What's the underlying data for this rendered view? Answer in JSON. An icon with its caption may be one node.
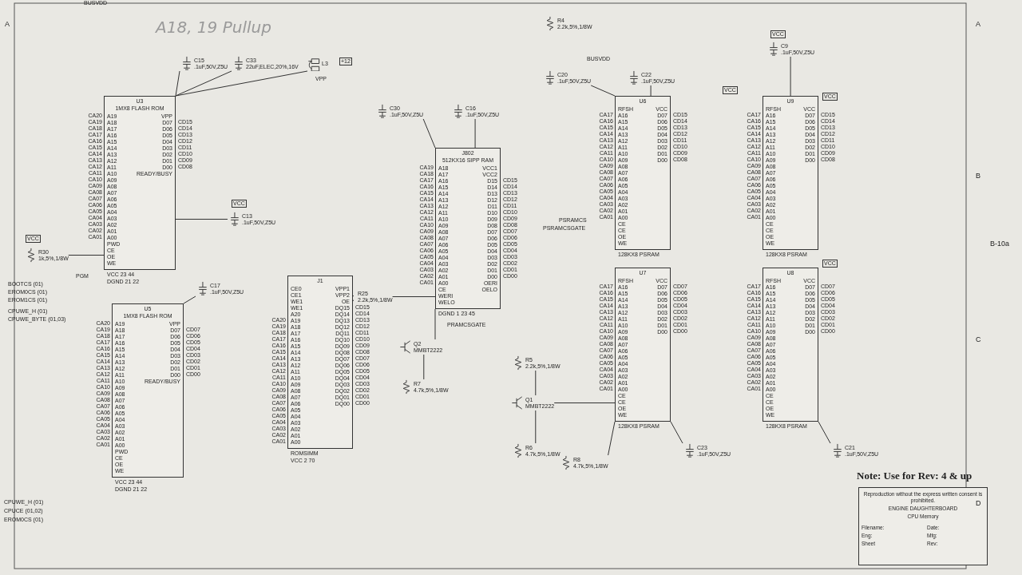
{
  "diagram": {
    "nodes": [
      {
        "text": [
          "R4",
          "2.2k,5%,1/8W"
        ]
      },
      {
        "text": [
          "C9",
          ".1uF,50V,Z5U"
        ]
      },
      {
        "text": [
          "C15",
          ".1uF,50V,Z5U"
        ]
      },
      {
        "text": [
          "C33",
          "22uF,ELEC,20%,16V"
        ]
      },
      {
        "text": [
          "L3"
        ]
      },
      {
        "text": [
          "C30",
          ".1uF,50V,Z5U"
        ]
      },
      {
        "text": [
          "C16",
          ".1uF,50V,Z5U"
        ]
      },
      {
        "text": [
          "C20",
          ".1uF,50V,Z5U"
        ]
      },
      {
        "text": [
          "C22",
          ".1uF,50V,Z5U"
        ]
      },
      {
        "text": [
          "U3",
          "1MX8 FLASH ROM",
          "A19",
          "A18",
          "A17",
          "A16",
          "A15",
          "A14",
          "A13",
          "A12",
          "A11",
          "A10",
          "A09",
          "A08",
          "A07",
          "A06",
          "A05",
          "A04",
          "A03",
          "A02",
          "A01",
          "A00",
          "PWD",
          "CE",
          "OE",
          "WE",
          "VPP",
          "D07",
          "D06",
          "D05",
          "D04",
          "D03",
          "D02",
          "D01",
          "D00",
          "READY/BUSY"
        ],
        "beside": [
          "VCC 23 44",
          "DGND 21 22"
        ]
      },
      {
        "text": [
          "U6",
          "RFSH",
          "A16",
          "A15",
          "A14",
          "A13",
          "A12",
          "A11",
          "A10",
          "A09",
          "A08",
          "A07",
          "A06",
          "A05",
          "A04",
          "A03",
          "A02",
          "A01",
          "A00",
          "CE",
          "CE",
          "OE",
          "WE",
          "VCC",
          "D07",
          "D06",
          "D05",
          "D04",
          "D03",
          "D02",
          "D01",
          "D00"
        ],
        "beside": [
          "128KX8 PSRAM"
        ]
      },
      {
        "text": [
          "U9",
          "RFSH",
          "A16",
          "A15",
          "A14",
          "A13",
          "A12",
          "A11",
          "A10",
          "A09",
          "A08",
          "A07",
          "A06",
          "A05",
          "A04",
          "A03",
          "A02",
          "A01",
          "A00",
          "CE",
          "CE",
          "OE",
          "WE",
          "VCC",
          "D07",
          "D06",
          "D05",
          "D04",
          "D03",
          "D02",
          "D01",
          "D00"
        ],
        "beside": [
          "128KX8 PSRAM"
        ]
      },
      {
        "text": [
          "J802",
          "512KX16 SIPP RAM",
          "A18",
          "A17",
          "A16",
          "A15",
          "A14",
          "A13",
          "A12",
          "A11",
          "A10",
          "A09",
          "A08",
          "A07",
          "A06",
          "A05",
          "A04",
          "A03",
          "A02",
          "A01",
          "A00",
          "CE",
          "WERI",
          "WELO",
          "VCC1",
          "VCC2",
          "D15",
          "D14",
          "D13",
          "D12",
          "D11",
          "D10",
          "D09",
          "D08",
          "D07",
          "D06",
          "D05",
          "D04",
          "D03",
          "D02",
          "D01",
          "D00",
          "OERI",
          "OELO"
        ],
        "beside": [
          "DGND 1 23 45"
        ]
      },
      {
        "text": [
          "C13",
          ".1uF,50V,Z5U"
        ]
      },
      {
        "text": [
          "R30",
          "1k,5%,1/8W"
        ]
      },
      {
        "text": [
          "R25",
          "2.2k,5%,1/8W"
        ]
      },
      {
        "text": [
          "J1",
          "CE0",
          "CE1",
          "WE1",
          "WE1",
          "A20",
          "A19",
          "A18",
          "A17",
          "A16",
          "A15",
          "A14",
          "A13",
          "A12",
          "A11",
          "A10",
          "A09",
          "A08",
          "A07",
          "A06",
          "A05",
          "A04",
          "A03",
          "A02",
          "A01",
          "A00",
          "VPP1",
          "VPP2",
          "OE",
          "DQ15",
          "DQ14",
          "DQ13",
          "DQ12",
          "DQ11",
          "DQ10",
          "DQ09",
          "DQ08",
          "DQ07",
          "DQ06",
          "DQ05",
          "DQ04",
          "DQ03",
          "DQ02",
          "DQ01",
          "DQ00"
        ],
        "beside": [
          "ROMSIMM",
          "VCC 2 70"
        ]
      },
      {
        "text": [
          "U7",
          "RFSH",
          "A16",
          "A15",
          "A14",
          "A13",
          "A12",
          "A11",
          "A10",
          "A09",
          "A08",
          "A07",
          "A06",
          "A05",
          "A04",
          "A03",
          "A02",
          "A01",
          "A00",
          "CE",
          "CE",
          "OE",
          "WE",
          "VCC",
          "D07",
          "D06",
          "D05",
          "D04",
          "D03",
          "D02",
          "D01",
          "D00"
        ],
        "beside": [
          "128KX8 PSRAM"
        ]
      },
      {
        "text": [
          "U8",
          "RFSH",
          "A16",
          "A15",
          "A14",
          "A13",
          "A12",
          "A11",
          "A10",
          "A09",
          "A08",
          "A07",
          "A06",
          "A05",
          "A04",
          "A03",
          "A02",
          "A01",
          "A00",
          "CE",
          "CE",
          "OE",
          "WE",
          "VCC",
          "D07",
          "D06",
          "D05",
          "D04",
          "D03",
          "D02",
          "D01",
          "D00"
        ],
        "beside": [
          "128KX8 PSRAM"
        ]
      },
      {
        "text": [
          "C17",
          ".1uF,50V,Z5U"
        ]
      },
      {
        "text": [
          "U5",
          "1MX8 FLASH ROM",
          "A19",
          "A18",
          "A17",
          "A16",
          "A15",
          "A14",
          "A13",
          "A12",
          "A11",
          "A10",
          "A09",
          "A08",
          "A07",
          "A06",
          "A05",
          "A04",
          "A03",
          "A02",
          "A01",
          "A00",
          "PWD",
          "CE",
          "OE",
          "WE",
          "VPP",
          "D07",
          "D06",
          "D05",
          "D04",
          "D03",
          "D02",
          "D01",
          "D00",
          "READY/BUSY"
        ],
        "beside": [
          "VCC 23 44",
          "DGND 21 22"
        ]
      },
      {
        "text": [
          "Q2",
          "MMBT2222"
        ]
      },
      {
        "text": [
          "R7",
          "4.7k,5%,1/8W"
        ]
      },
      {
        "text": [
          "R5",
          "2.2k,5%,1/8W"
        ]
      },
      {
        "text": [
          "Q1",
          "MMBT2222"
        ]
      },
      {
        "text": [
          "R6",
          "4.7k,5%,1/8W"
        ]
      },
      {
        "text": [
          "C23",
          ".1uF,50V,Z5U"
        ]
      },
      {
        "text": [
          "C21",
          ".1uF,50V,Z5U"
        ]
      },
      {
        "text": [
          "R8",
          "4.7k,5%,1/8W"
        ]
      },
      {
        "text": [
          "Reproduction without the express written consent is prohibited.",
          "ENGINE DAUGHTERBOARD",
          "CPU Memory",
          "Filename:",
          "Date:",
          "Eng:",
          "Mfg:",
          "Sheet",
          "Rev:"
        ]
      }
    ],
    "edges": [
      {
        "from": 4,
        "to": 9,
        "arrow": "none"
      },
      {
        "from": 2,
        "to": 9,
        "arrow": "none"
      },
      {
        "from": 3,
        "to": 9,
        "arrow": "none"
      },
      {
        "from": 13,
        "to": 9,
        "arrow": "none"
      },
      {
        "from": 14,
        "to": 9,
        "arrow": "none"
      },
      {
        "from": 19,
        "to": 20,
        "arrow": "none"
      },
      {
        "from": 5,
        "to": 12,
        "arrow": "none"
      },
      {
        "from": 6,
        "to": 12,
        "arrow": "none"
      },
      {
        "from": 15,
        "to": 12,
        "arrow": "none"
      },
      {
        "from": 21,
        "to": 12,
        "arrow": "none"
      },
      {
        "from": 22,
        "to": 21,
        "arrow": "none"
      },
      {
        "from": 7,
        "to": 10,
        "arrow": "none"
      },
      {
        "from": 8,
        "to": 10,
        "arrow": "none"
      },
      {
        "from": 1,
        "to": 11,
        "arrow": "none"
      },
      {
        "from": 23,
        "to": 24,
        "arrow": "none"
      },
      {
        "from": 25,
        "to": 24,
        "arrow": "none"
      },
      {
        "from": 24,
        "to": 17,
        "arrow": "none"
      },
      {
        "from": 28,
        "to": 17,
        "arrow": "none"
      },
      {
        "from": 26,
        "to": 17,
        "arrow": "none"
      },
      {
        "from": 27,
        "to": 18,
        "arrow": "none"
      }
    ],
    "labels": [
      "A18, 19 Pullup",
      "BUSVDD",
      "+12",
      "VPP",
      "BUSVDD",
      "VCC",
      "VCC",
      "VCC",
      "VCC",
      "VCC",
      "PGM",
      "BOOTCS (01)",
      "PSRAMCS",
      "PSRAMCSGATE",
      "EROM0CS (01)",
      "EROM1CS (01)",
      "VCC",
      "CPUWE_H (01)",
      "CPUWE_BYTE (01,03)",
      "PRAMCSGATE",
      "Note: Use for Rev: 4 & up",
      "CPUWE_H (01)",
      "CPUCE (01,02)",
      "EROM0CS (01)",
      "A",
      "A",
      "B",
      "B-10a",
      "C",
      "D",
      "CA20",
      "CA19",
      "CA18",
      "CA17",
      "CA16",
      "CA15",
      "CA14",
      "CA13",
      "CA12",
      "CA11",
      "CA10",
      "CA09",
      "CA08",
      "CA07",
      "CA06",
      "CA05",
      "CA04",
      "CA03",
      "CA02",
      "CA01",
      "CD15",
      "CD14",
      "CD13",
      "CD12",
      "CD11",
      "CD10",
      "CD09",
      "CD08",
      "CA17",
      "CA16",
      "CA15",
      "CA14",
      "CA13",
      "CA12",
      "CA11",
      "CA10",
      "CA09",
      "CA08",
      "CA07",
      "CA06",
      "CA05",
      "CA04",
      "CA03",
      "CA02",
      "CA01",
      "CD15",
      "CD14",
      "CD13",
      "CD12",
      "CD11",
      "CD10",
      "CD09",
      "CD08",
      "CA17",
      "CA16",
      "CA15",
      "CA14",
      "CA13",
      "CA12",
      "CA11",
      "CA10",
      "CA09",
      "CA08",
      "CA07",
      "CA06",
      "CA05",
      "CA04",
      "CA03",
      "CA02",
      "CA01",
      "CD15",
      "CD14",
      "CD13",
      "CD12",
      "CD11",
      "CD10",
      "CD09",
      "CD08",
      "CA19",
      "CA18",
      "CA17",
      "CA16",
      "CA15",
      "CA14",
      "CA13",
      "CA12",
      "CA11",
      "CA10",
      "CA09",
      "CA08",
      "CA07",
      "CA06",
      "CA05",
      "CA04",
      "CA03",
      "CA02",
      "CA01",
      "CD15",
      "CD14",
      "CD13",
      "CD12",
      "CD11",
      "CD10",
      "CD09",
      "CD08",
      "CD07",
      "CD06",
      "CD05",
      "CD04",
      "CD03",
      "CD02",
      "CD01",
      "CD00",
      "CA20",
      "CA19",
      "CA18",
      "CA17",
      "CA16",
      "CA15",
      "CA14",
      "CA13",
      "CA12",
      "CA11",
      "CA10",
      "CA09",
      "CA08",
      "CA07",
      "CA06",
      "CA05",
      "CA04",
      "CA03",
      "CA02",
      "CA01",
      "CD15",
      "CD14",
      "CD13",
      "CD12",
      "CD11",
      "CD10",
      "CD09",
      "CD08",
      "CD07",
      "CD06",
      "CD05",
      "CD04",
      "CD03",
      "CD02",
      "CD01",
      "CD00",
      "CA17",
      "CA16",
      "CA15",
      "CA14",
      "CA13",
      "CA12",
      "CA11",
      "CA10",
      "CA09",
      "CA08",
      "CA07",
      "CA06",
      "CA05",
      "CA04",
      "CA03",
      "CA02",
      "CA01",
      "CD07",
      "CD06",
      "CD05",
      "CD04",
      "CD03",
      "CD02",
      "CD01",
      "CD00",
      "CA17",
      "CA16",
      "CA15",
      "CA14",
      "CA13",
      "CA12",
      "CA11",
      "CA10",
      "CA09",
      "CA08",
      "CA07",
      "CA06",
      "CA05",
      "CA04",
      "CA03",
      "CA02",
      "CA01",
      "CD07",
      "CD06",
      "CD05",
      "CD04",
      "CD03",
      "CD02",
      "CD01",
      "CD00",
      "CA20",
      "CA19",
      "CA18",
      "CA17",
      "CA16",
      "CA15",
      "CA14",
      "CA13",
      "CA12",
      "CA11",
      "CA10",
      "CA09",
      "CA08",
      "CA07",
      "CA06",
      "CA05",
      "CA04",
      "CA03",
      "CA02",
      "CA01",
      "CD07",
      "CD06",
      "CD05",
      "CD04",
      "CD03",
      "CD02",
      "CD01",
      "CD00"
    ]
  }
}
